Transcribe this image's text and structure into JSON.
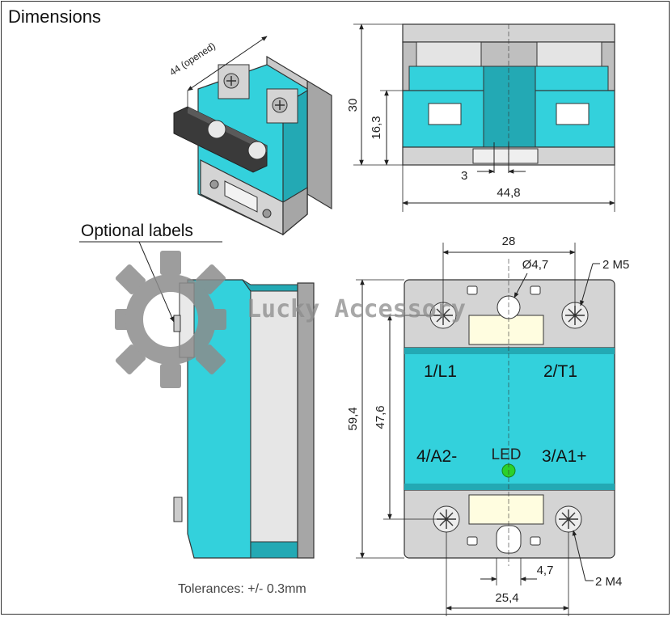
{
  "header": {
    "title": "Dimensions"
  },
  "labels": {
    "optional_labels": "Optional labels",
    "opened": "44 (opened)",
    "tolerances": "Tolerances: +/- 0.3mm",
    "watermark": "Lucky Accessory"
  },
  "top_view": {
    "height_total": "30",
    "height_inner": "16,3",
    "offset": "3",
    "width": "44,8"
  },
  "front_view": {
    "width_holes": "28",
    "hole_diameter": "Ø4,7",
    "screw_top": "2 M5",
    "screw_bottom": "2 M4",
    "height_total": "59,4",
    "height_inner": "47,6",
    "offset_bottom": "4,7",
    "width_bottom": "25,4",
    "terminal_l1": "1/L1",
    "terminal_t1": "2/T1",
    "terminal_a2": "4/A2-",
    "terminal_a1": "3/A1+",
    "led": "LED"
  },
  "colors": {
    "body": "#33d1dc",
    "body_dark": "#23a9b4",
    "grey": "#d4d4d4",
    "grey_dark": "#a6a6a6",
    "frame": "#333333",
    "led": "#2bd12b"
  }
}
